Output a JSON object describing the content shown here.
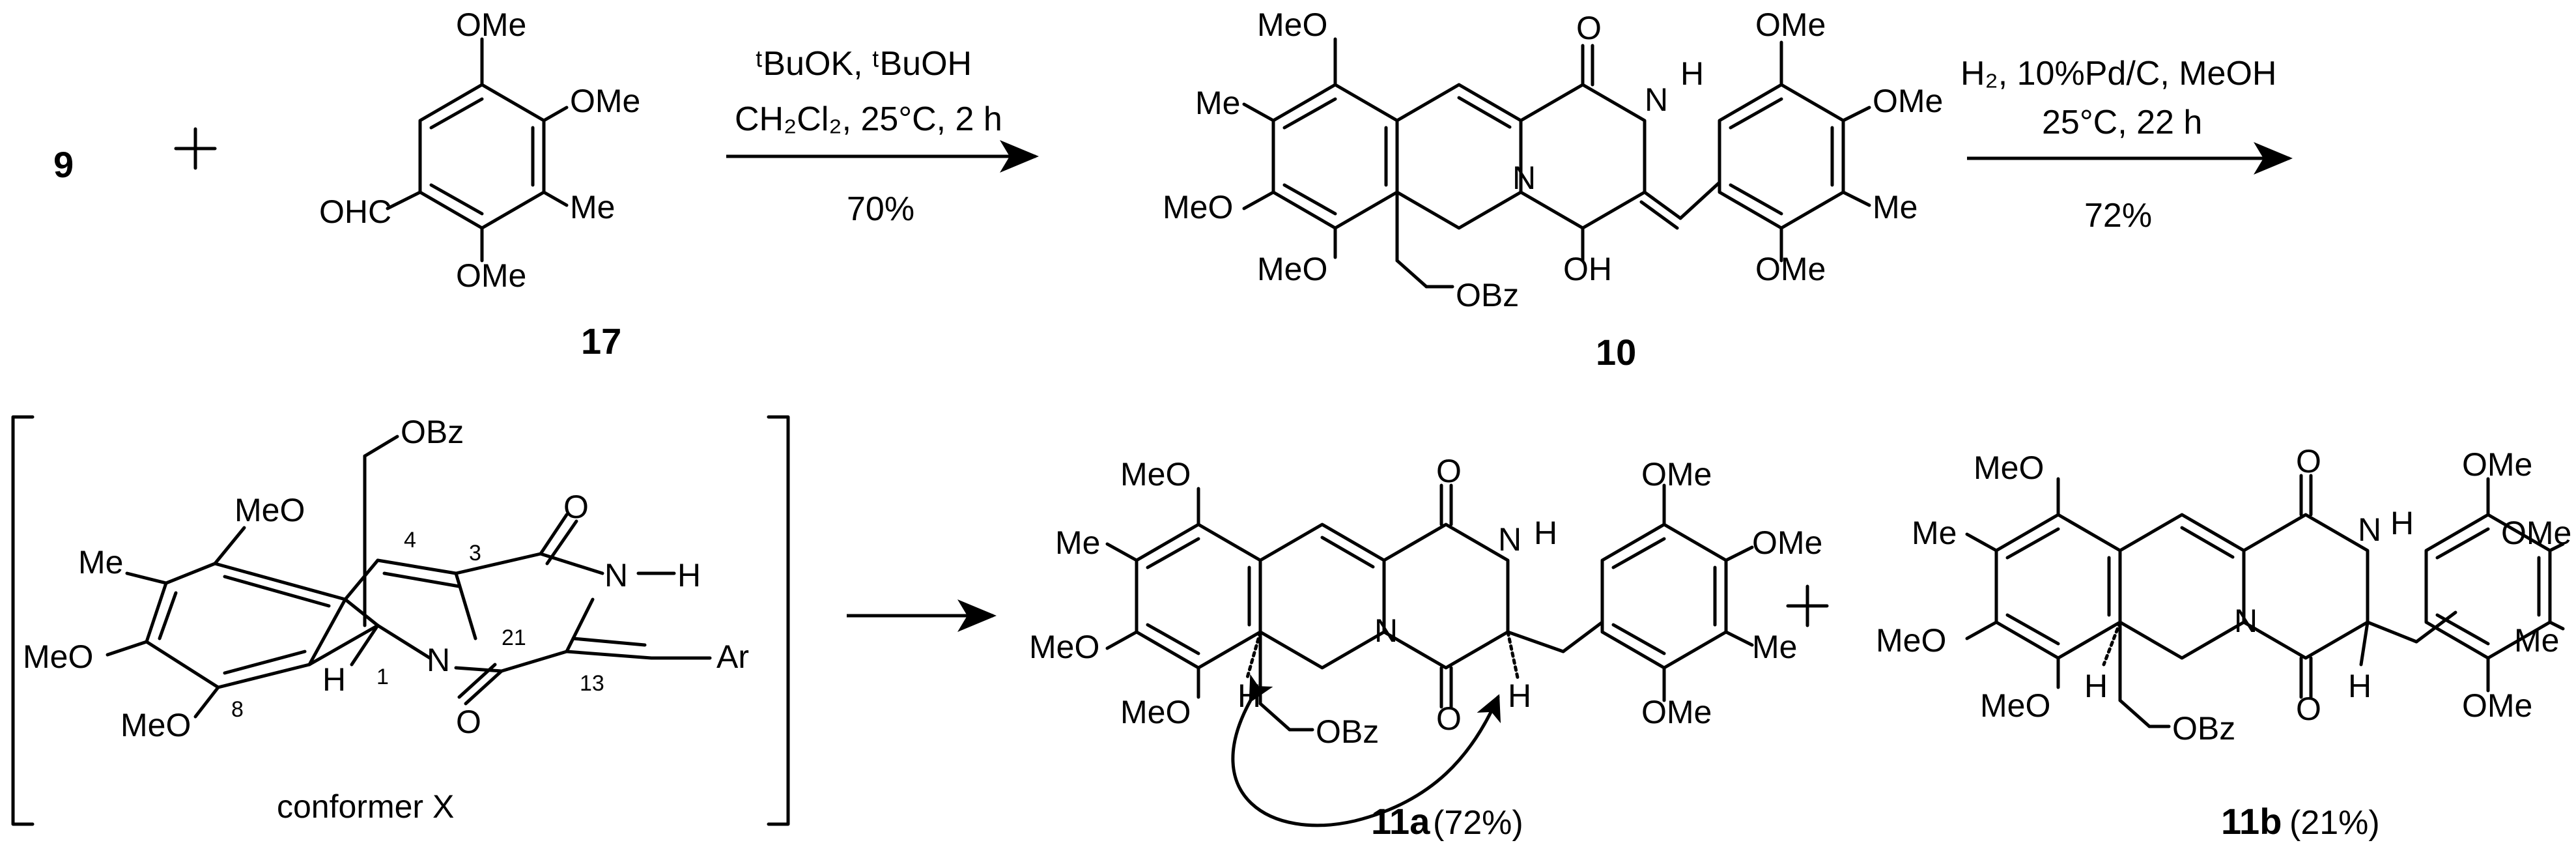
{
  "scheme": {
    "start_compound": "9",
    "aldehyde": {
      "id": "17",
      "labels": {
        "cho": "OHC",
        "ome_top": "OMe",
        "ome_right": "OMe",
        "me": "Me",
        "ome_bottom": "OMe"
      }
    },
    "step1": {
      "reagent_line1": "ᵗBuOK, ᵗBuOH",
      "reagent_line2": "CH₂Cl₂, 25°C, 2 h",
      "yield": "70%"
    },
    "compound10": {
      "id": "10",
      "labels": {
        "ome_a": "MeO",
        "me": "Me",
        "ome_b": "MeO",
        "ome_c": "MeO",
        "o_top": "O",
        "nh_n": "N",
        "nh_h": "H",
        "n_ring": "N",
        "oh": "OH",
        "obz": "OBz",
        "ar_ome_top": "OMe",
        "ar_ome_right": "OMe",
        "ar_me": "Me",
        "ar_ome_bottom": "OMe"
      }
    },
    "step2": {
      "reagent_line1": "H₂, 10%Pd/C, MeOH",
      "reagent_line2": "25°C, 22 h",
      "yield": "72%"
    },
    "conformer": {
      "caption": "conformer X",
      "labels": {
        "obz": "OBz",
        "meo_top": "MeO",
        "me": "Me",
        "meo_left": "MeO",
        "meo_bottom": "MeO",
        "h": "H",
        "n": "N",
        "o_top": "O",
        "o_bottom": "O",
        "nh_n": "N",
        "nh_h": "H",
        "ar": "Ar"
      },
      "locants": {
        "c1": "1",
        "c3": "3",
        "c4": "4",
        "c8": "8",
        "c13": "13",
        "c21": "21"
      }
    },
    "product_a": {
      "id": "11a",
      "yield": "(72%)",
      "labels": {
        "meo_top": "MeO",
        "me": "Me",
        "meo_mid": "MeO",
        "meo_bot": "MeO",
        "o_top": "O",
        "o_bot": "O",
        "nh_n": "N",
        "nh_h": "H",
        "n_ring": "N",
        "h1": "H",
        "h2": "H",
        "obz": "OBz",
        "ar_ome_top": "OMe",
        "ar_ome_right": "OMe",
        "ar_me": "Me",
        "ar_ome_bottom": "OMe"
      }
    },
    "plus": "+",
    "product_b": {
      "id": "11b",
      "yield": "(21%)",
      "labels": {
        "meo_top": "MeO",
        "me": "Me",
        "meo_mid": "MeO",
        "meo_bot": "MeO",
        "o_top": "O",
        "o_bot": "O",
        "nh_n": "N",
        "nh_h": "H",
        "n_ring": "N",
        "h1": "H",
        "h2": "H",
        "obz": "OBz",
        "ar_ome_top": "OMe",
        "ar_ome_right": "OMe",
        "ar_me": "Me",
        "ar_ome_bottom": "OMe"
      }
    }
  }
}
